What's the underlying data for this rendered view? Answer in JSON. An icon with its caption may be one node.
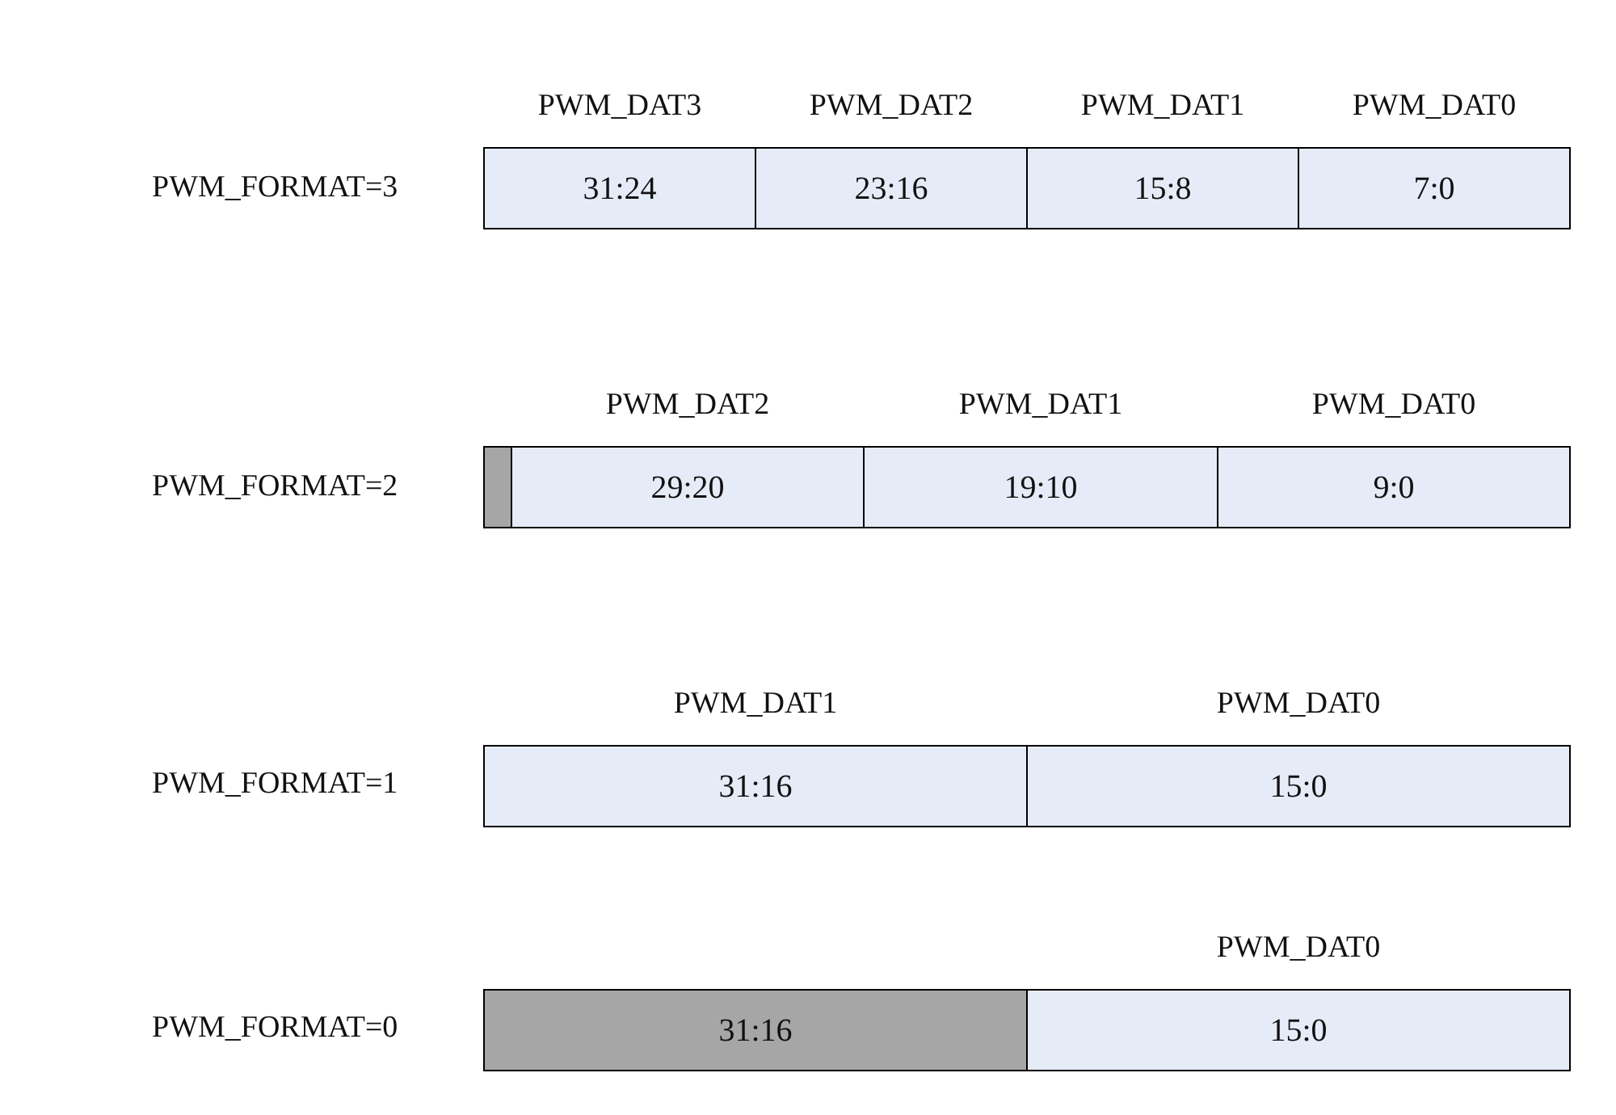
{
  "diagram": {
    "nodes": [
      {
        "text": [
          "PWM_DAT3",
          "31:24"
        ]
      },
      {
        "text": [
          "PWM_DAT2",
          "23:16"
        ]
      },
      {
        "text": [
          "PWM_DAT1",
          "15:8"
        ]
      },
      {
        "text": [
          "PWM_DAT0",
          "7:0"
        ]
      },
      {
        "text": [],
        "shape": "box"
      },
      {
        "text": [
          "PWM_DAT2",
          "29:20"
        ]
      },
      {
        "text": [
          "PWM_DAT1",
          "19:10"
        ]
      },
      {
        "text": [
          "PWM_DAT0",
          "9:0"
        ]
      },
      {
        "text": [
          "PWM_DAT1",
          "31:16"
        ]
      },
      {
        "text": [
          "PWM_DAT0",
          "15:0"
        ]
      },
      {
        "text": [
          "31:16"
        ]
      },
      {
        "text": [
          "PWM_DAT0",
          "15:0"
        ]
      }
    ],
    "labels": [
      "PWM_FORMAT=3",
      "PWM_FORMAT=2",
      "PWM_FORMAT=1",
      "PWM_FORMAT=0"
    ]
  }
}
